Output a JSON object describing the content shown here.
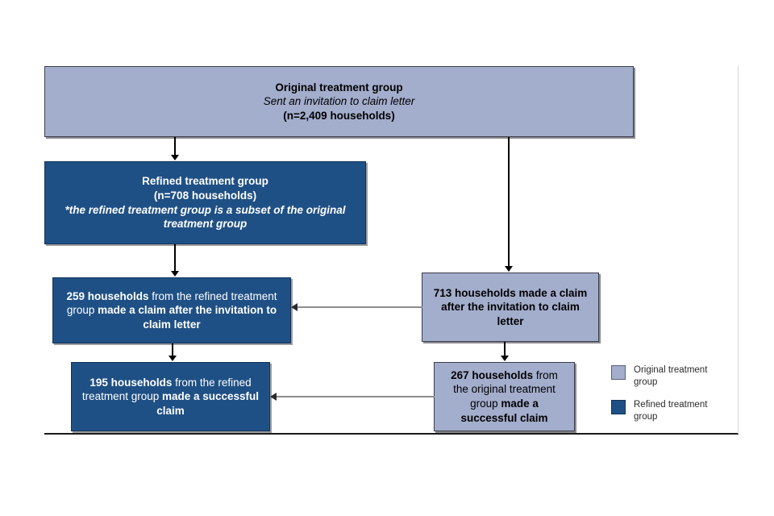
{
  "diagram": {
    "nodes": {
      "original": {
        "line1": "Original treatment group",
        "line2": "Sent an invitation to claim letter",
        "line3": "(n=2,409 households)",
        "color": "#a3adcc"
      },
      "refined": {
        "line1": "Refined treatment group",
        "line2": "(n=708 households)",
        "line3": "*the refined treatment group is a subset of the original treatment group",
        "color": "#1f5085"
      },
      "refined_claim": {
        "part1": "259 households",
        "part2": " from the refined treatment group ",
        "part3": "made a claim after the invitation to claim letter",
        "color": "#1f5085"
      },
      "original_claim": {
        "text": "713 households made a claim after the invitation to claim letter",
        "color": "#a3adcc"
      },
      "refined_success": {
        "part1": "195 households",
        "part2": " from the refined treatment group ",
        "part3": "made a successful claim",
        "color": "#1f5085"
      },
      "original_success": {
        "part1": "267 households",
        "part2": " from the original treatment group ",
        "part3": "made a successful claim",
        "color": "#a3adcc"
      }
    },
    "legend": {
      "items": [
        {
          "label": "Original treatment group",
          "color": "#a3adcc"
        },
        {
          "label": "Refined treatment group",
          "color": "#1f5085"
        }
      ]
    }
  }
}
